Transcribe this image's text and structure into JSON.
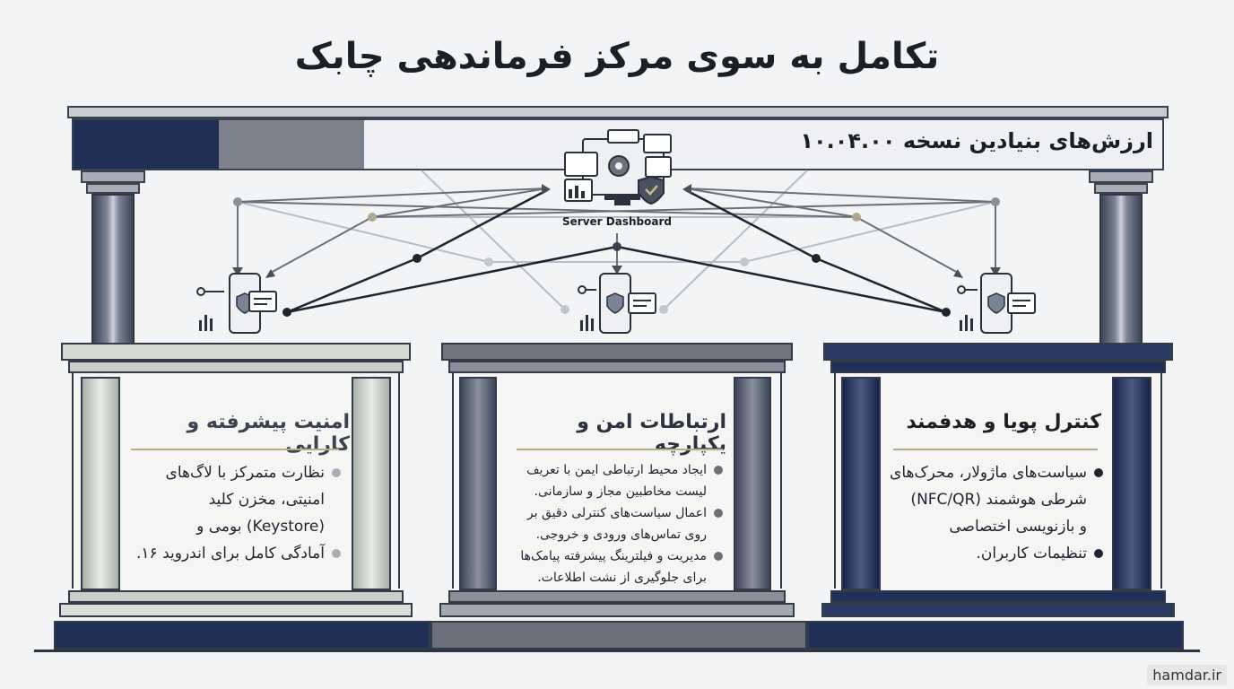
{
  "title": "تکامل به سوی مرکز فرماندهی چابک",
  "beam": {
    "text": "ارزش‌های بنیادین نسخه ۱۰.۰۴.۰۰"
  },
  "server": {
    "label": "Server Dashboard"
  },
  "panels": [
    {
      "title": "امنیت پیشرفته و کارایی",
      "bullets": [
        "نظارت متمرکز با لاگ‌های",
        "امنیتی، مخزن کلید",
        "(Keystore) بومی و",
        "آمادگی کامل برای اندروید ۱۶."
      ]
    },
    {
      "title": "ارتباطات امن و یکپارچه",
      "bullets": [
        "ایجاد محیط ارتباطی ایمن با تعریف",
        "لیست مخاطبین مجاز و سازمانی.",
        "اعمال سیاست‌های کنترلی دقیق بر",
        "روی تماس‌های ورودی و خروجی.",
        "مدیریت و فیلترینگ پیشرفته پیامک‌ها",
        "برای جلوگیری از نشت اطلاعات."
      ]
    },
    {
      "title": "کنترل پویا و هدفمند",
      "bullets": [
        "سیاست‌های ماژولار، محرک‌های",
        "شرطی هوشمند (NFC/QR)",
        "و بازنویسی اختصاصی",
        "تنظیمات کاربران."
      ]
    }
  ],
  "watermark": "hamdar.ir",
  "colors": {
    "navy": "#1f2f55",
    "slate": "#4a5261",
    "light": "#c9cec9",
    "accent": "#b9aa88"
  }
}
